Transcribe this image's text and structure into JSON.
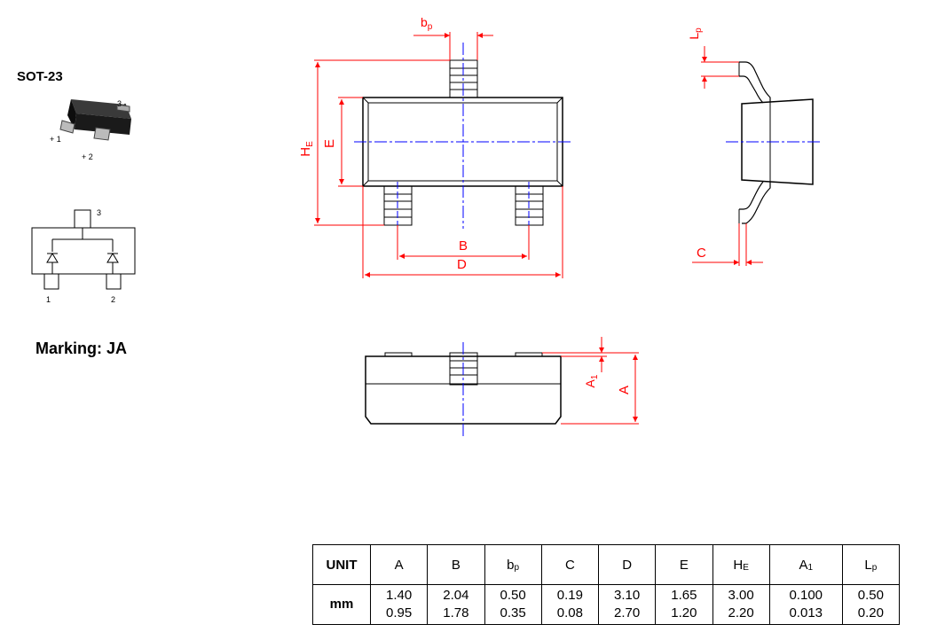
{
  "package": {
    "name": "SOT-23",
    "marking": "Marking: JA",
    "pin_labels_3d": [
      "+ 1",
      "+ 2",
      "3 -"
    ],
    "pin_labels_schematic": [
      "1",
      "2",
      "3"
    ]
  },
  "drawing_labels": {
    "bp": {
      "main": "b",
      "sub": "p"
    },
    "HE": {
      "main": "H",
      "sub": "E"
    },
    "E": "E",
    "B": "B",
    "D": "D",
    "Lp": {
      "main": "L",
      "sub": "p"
    },
    "C": "C",
    "A1": {
      "main": "A",
      "sub": "1"
    },
    "A": "A"
  },
  "table": {
    "header_label": "UNIT",
    "unit": "mm",
    "columns": [
      {
        "main": "A",
        "sub": "",
        "max": "1.40",
        "min": "0.95"
      },
      {
        "main": "B",
        "sub": "",
        "max": "2.04",
        "min": "1.78"
      },
      {
        "main": "b",
        "sub": "p",
        "max": "0.50",
        "min": "0.35"
      },
      {
        "main": "C",
        "sub": "",
        "max": "0.19",
        "min": "0.08"
      },
      {
        "main": "D",
        "sub": "",
        "max": "3.10",
        "min": "2.70"
      },
      {
        "main": "E",
        "sub": "",
        "max": "1.65",
        "min": "1.20"
      },
      {
        "main": "H",
        "sub": "E",
        "max": "3.00",
        "min": "2.20"
      },
      {
        "main": "A",
        "sub": "1",
        "max": "0.100",
        "min": "0.013"
      },
      {
        "main": "L",
        "sub": "p",
        "max": "0.50",
        "min": "0.20"
      }
    ]
  },
  "colors": {
    "dimension": "#ff0000",
    "centerline": "#0000ff",
    "outline": "#000000"
  }
}
